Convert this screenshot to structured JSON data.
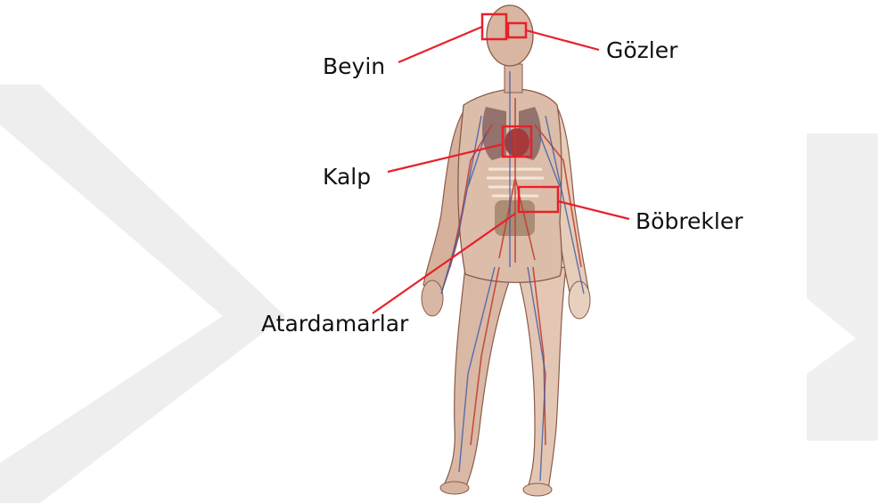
{
  "labels": {
    "brain": "Beyin",
    "eyes": "Gözler",
    "heart": "Kalp",
    "kidneys": "Böbrekler",
    "arteries": "Atardamarlar"
  },
  "colors": {
    "callout": "#e8202a",
    "watermark": "#ededed",
    "text": "#111111"
  }
}
